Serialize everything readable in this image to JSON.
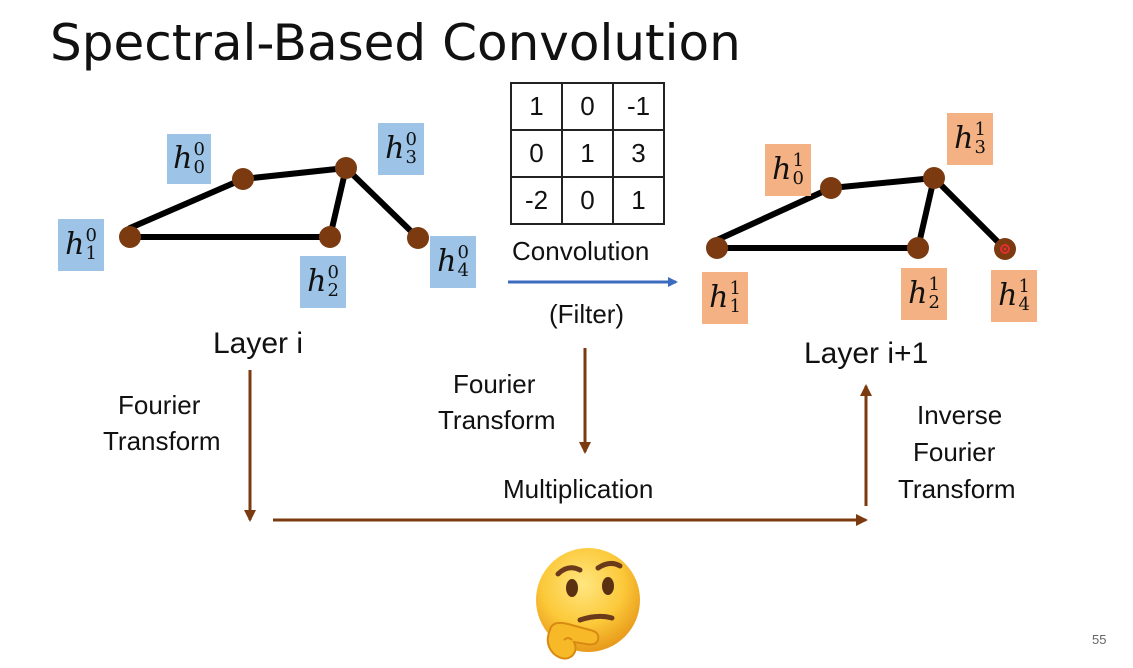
{
  "title": "Spectral-Based Convolution",
  "layer_in": {
    "caption": "Layer i",
    "labels": [
      {
        "base": "h",
        "sup": "0",
        "sub": "0"
      },
      {
        "base": "h",
        "sup": "0",
        "sub": "1"
      },
      {
        "base": "h",
        "sup": "0",
        "sub": "2"
      },
      {
        "base": "h",
        "sup": "0",
        "sub": "3"
      },
      {
        "base": "h",
        "sup": "0",
        "sub": "4"
      }
    ]
  },
  "layer_out": {
    "caption": "Layer i+1",
    "labels": [
      {
        "base": "h",
        "sup": "1",
        "sub": "0"
      },
      {
        "base": "h",
        "sup": "1",
        "sub": "1"
      },
      {
        "base": "h",
        "sup": "1",
        "sub": "2"
      },
      {
        "base": "h",
        "sup": "1",
        "sub": "3"
      },
      {
        "base": "h",
        "sup": "1",
        "sub": "4"
      }
    ]
  },
  "filter": {
    "rows": [
      [
        "1",
        "0",
        "-1"
      ],
      [
        "0",
        "1",
        "3"
      ],
      [
        "-2",
        "0",
        "1"
      ]
    ],
    "label_top": "Convolution",
    "label_bottom": "(Filter)"
  },
  "steps": {
    "fourier_left_1": "Fourier",
    "fourier_left_2": "Transform",
    "fourier_mid_1": "Fourier",
    "fourier_mid_2": "Transform",
    "multiplication": "Multiplication",
    "inverse_1": "Inverse",
    "inverse_2": "Fourier",
    "inverse_3": "Transform"
  },
  "page_number": "55",
  "colors": {
    "node": "#7b3a10",
    "input_label_bg": "#9dc3e6",
    "output_label_bg": "#f4b183",
    "conv_arrow": "#3d6bbf",
    "flow_arrow": "#7b3a10",
    "highlight_dot": "#e03030"
  },
  "icons": {
    "emoji": "thinking-face-icon"
  }
}
